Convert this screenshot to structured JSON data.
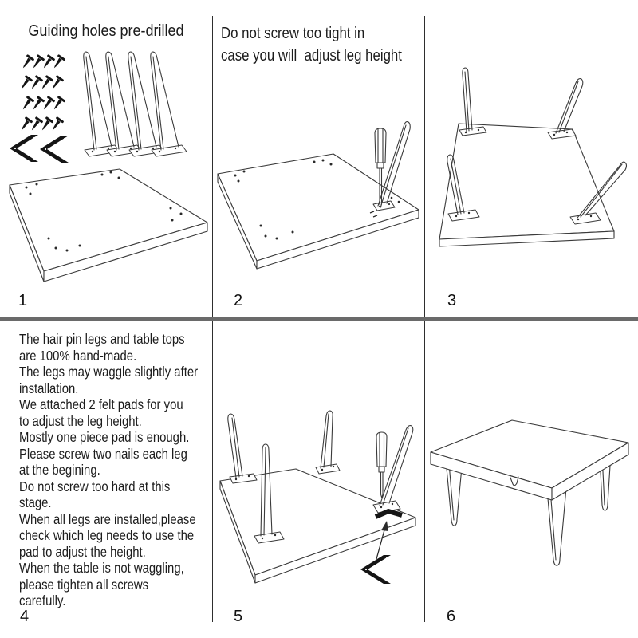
{
  "colors": {
    "background": "#ffffff",
    "text": "#1c1c1c",
    "line_art": "#3a3a3a",
    "row_divider": "#6a6a6a",
    "column_divider": "#2e2e2e",
    "hardware_fill": "#151515"
  },
  "panels": {
    "p1": {
      "number": "1",
      "title": "Guiding holes pre-drilled",
      "illustrations": [
        "screws-pack-icon",
        "felt-pad-brackets-icon",
        "hairpin-legs-pack-icon",
        "tabletop-with-guide-holes-icon"
      ]
    },
    "p2": {
      "number": "2",
      "line1": "Do not screw too tight in",
      "line2": "case you will  adjust leg height",
      "illustrations": [
        "tabletop-with-guide-holes-icon",
        "screwdriver-icon",
        "hairpin-leg-icon"
      ]
    },
    "p3": {
      "number": "3",
      "illustrations": [
        "tabletop-with-four-legs-attached-icon"
      ]
    },
    "p4": {
      "number": "4",
      "lines": [
        "The hair pin legs and table tops",
        "are 100% hand-made.",
        "The legs may waggle slightly after",
        "installation.",
        "We attached 2 felt pads for you",
        "to adjust the leg height.",
        "Mostly one piece pad is enough.",
        "Please screw two nails each leg",
        "at the begining.",
        "Do not screw too hard at this",
        "stage.",
        "When all legs are installed,please",
        "check which leg needs to use the",
        "pad to adjust the height.",
        "When the table is not waggling,",
        "please tighten all screws",
        "carefully."
      ]
    },
    "p5": {
      "number": "5",
      "illustrations": [
        "inverted-table-with-legs-icon",
        "screwdriver-icon",
        "felt-pad-icon",
        "felt-pad-insert-arrow-icon"
      ]
    },
    "p6": {
      "number": "6",
      "illustrations": [
        "assembled-table-icon"
      ]
    }
  }
}
